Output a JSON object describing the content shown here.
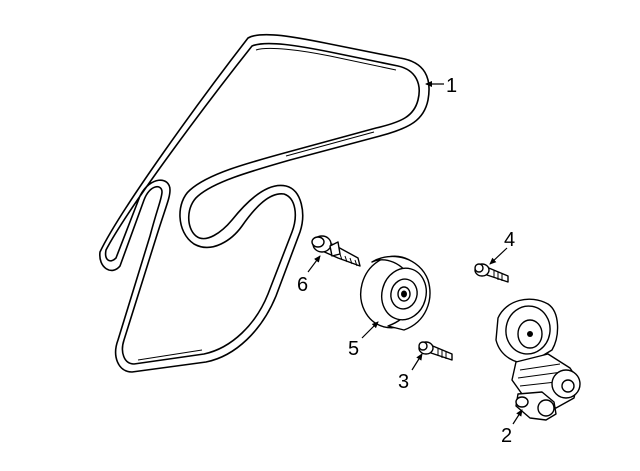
{
  "callouts": [
    {
      "id": "belt",
      "number": "1"
    },
    {
      "id": "tensioner",
      "number": "2"
    },
    {
      "id": "tensioner-bolt",
      "number": "3"
    },
    {
      "id": "pulley-bolt-small",
      "number": "4"
    },
    {
      "id": "idler-pulley",
      "number": "5"
    },
    {
      "id": "idler-bolt",
      "number": "6"
    }
  ]
}
